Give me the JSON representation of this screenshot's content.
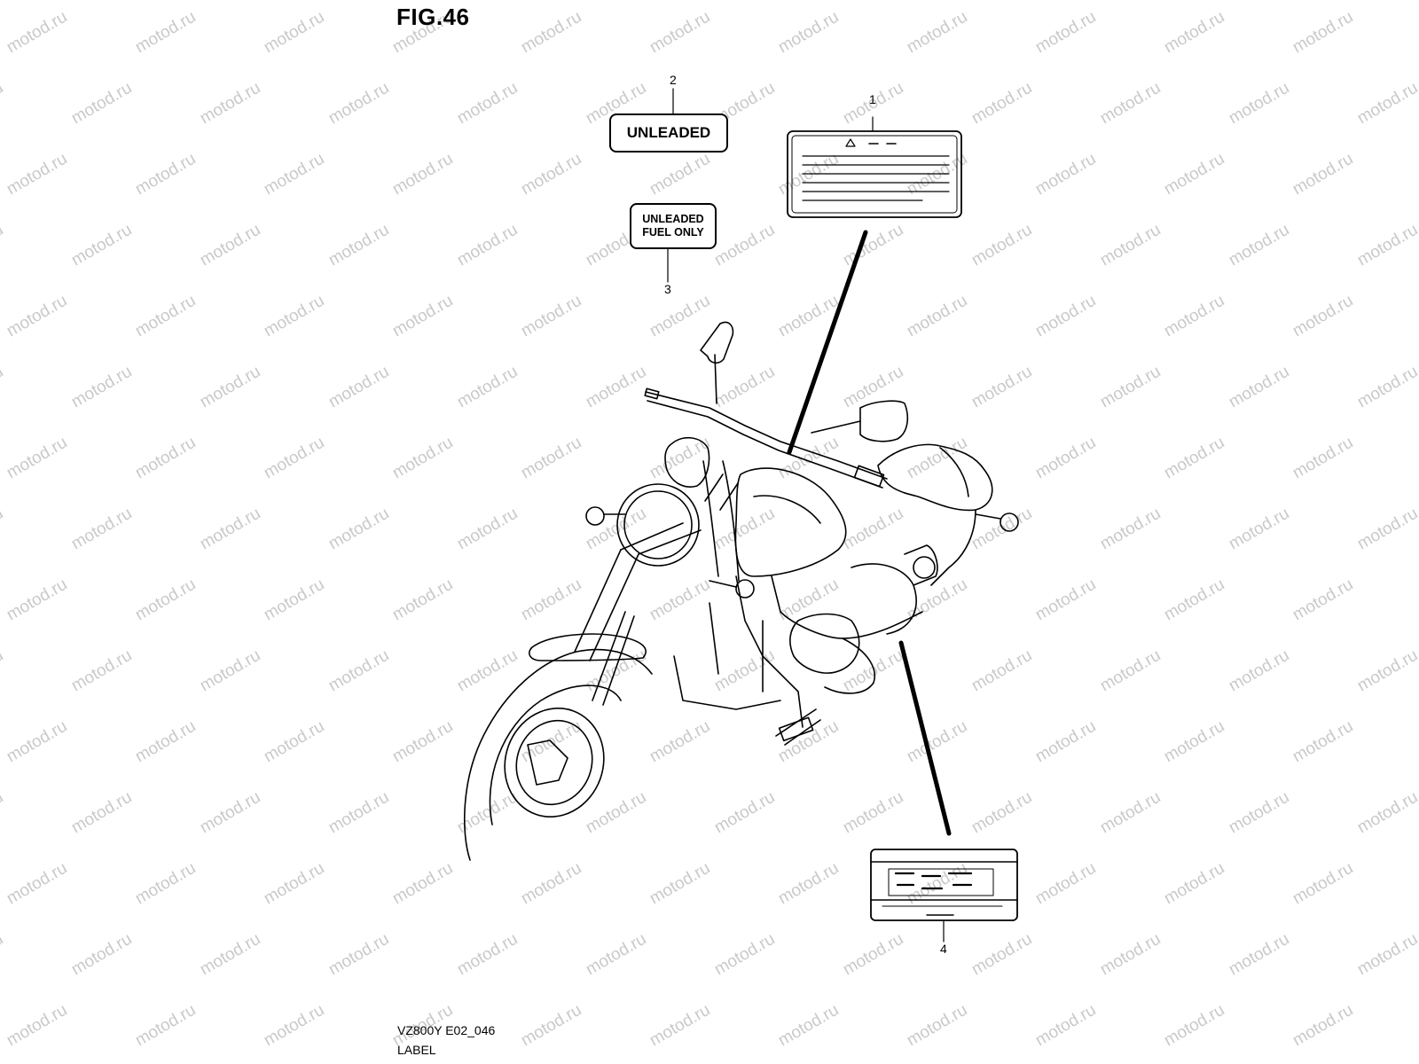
{
  "figure": {
    "title": "FIG.46",
    "model_code": "VZ800Y E02_046",
    "section": "LABEL"
  },
  "parts": [
    {
      "ref": "1"
    },
    {
      "ref": "2",
      "text": "UNLEADED"
    },
    {
      "ref": "3",
      "text_line1": "UNLEADED",
      "text_line2": "FUEL ONLY"
    },
    {
      "ref": "4"
    }
  ],
  "watermark": "motod.ru"
}
